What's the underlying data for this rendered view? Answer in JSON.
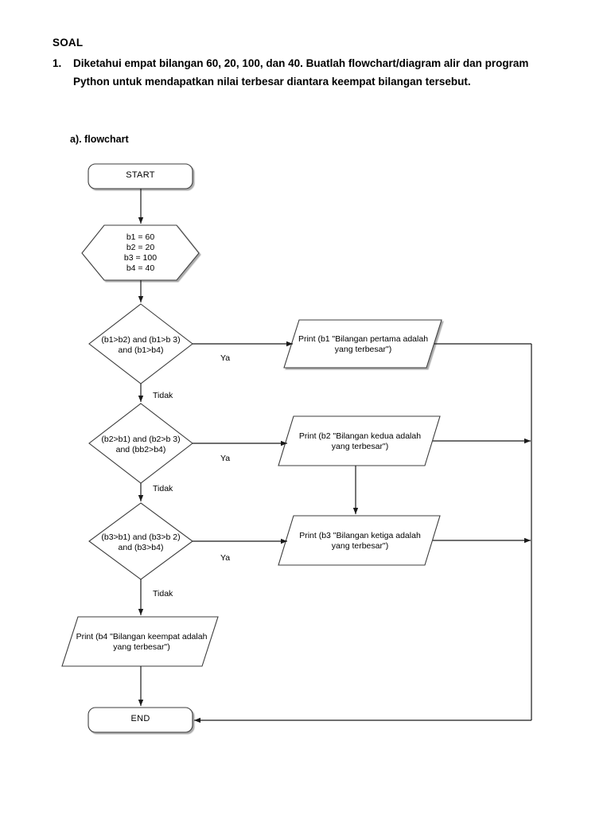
{
  "document": {
    "heading": "SOAL",
    "question_number": "1.",
    "question_text": "Diketahui empat bilangan 60, 20, 100, dan 40. Buatlah flowchart/diagram alir dan program Python untuk mendapatkan nilai terbesar diantara keempat bilangan tersebut.",
    "sub_label": "a). flowchart"
  },
  "flowchart": {
    "start": "START",
    "end": "END",
    "init": "b1 = 60\nb2 = 20\nb3 = 100\nb4 = 40",
    "decisions": [
      {
        "text": "(b1>b2) and (b1>b 3)\nand (b1>b4)",
        "yes": "Ya",
        "no": "Tidak"
      },
      {
        "text": "(b2>b1) and (b2>b 3)\nand (bb2>b4)",
        "yes": "Ya",
        "no": "Tidak"
      },
      {
        "text": "(b3>b1) and (b3>b 2)\nand (b3>b4)",
        "yes": "Ya",
        "no": "Tidak"
      }
    ],
    "outputs": [
      "Print (b1 \"Bilangan pertama adalah\nyang terbesar\")",
      "Print (b2 \"Bilangan kedua adalah\nyang terbesar\")",
      "Print (b3 \"Bilangan ketiga adalah\nyang terbesar\")",
      "Print (b4 \"Bilangan keempat adalah\nyang terbesar\")"
    ],
    "stroke_color": "#3c3c3c",
    "fill_color": "#ffffff"
  }
}
